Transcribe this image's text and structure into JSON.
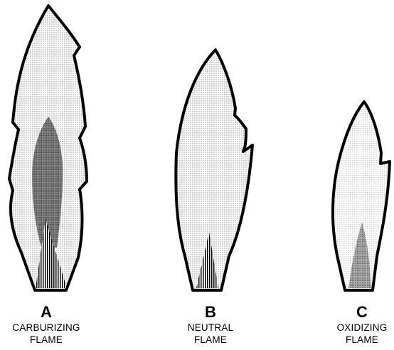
{
  "flames": [
    {
      "letter": "A",
      "line1": "CARBURIZING",
      "line2": "FLAME"
    },
    {
      "letter": "B",
      "line1": "NEUTRAL",
      "line2": "FLAME"
    },
    {
      "letter": "C",
      "line1": "OXIDIZING",
      "line2": "FLAME"
    }
  ],
  "colors": {
    "outline": "#000000",
    "envelope_dots": "#6f6f6f",
    "feather_dots": "#333333",
    "inner_cone_dots": "#454545",
    "background": "#ffffff"
  }
}
